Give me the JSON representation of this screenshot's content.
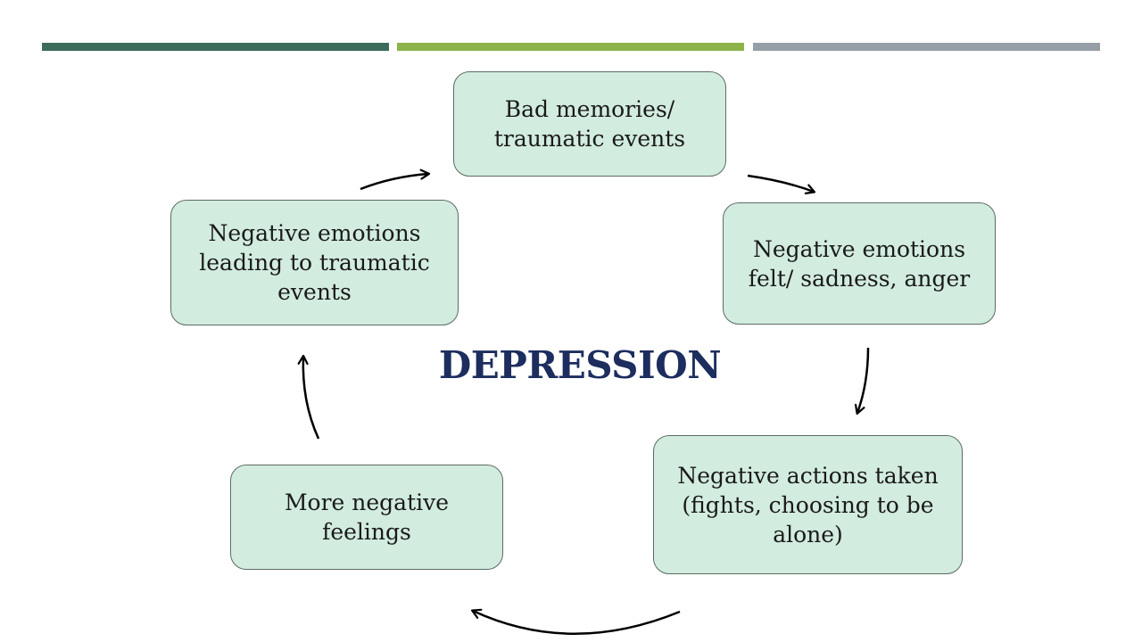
{
  "colors": {
    "bar_dark_green": "#3d6b5a",
    "bar_light_green": "#8bb34a",
    "bar_gray": "#969ea6",
    "node_fill": "#d2ecdf",
    "node_border": "#5d6b63",
    "title": "#1c2d5e",
    "arrow": "#000000"
  },
  "diagram": {
    "title": "DEPRESSION",
    "nodes": [
      {
        "id": "bad-memories",
        "lines": [
          "Bad memories/",
          "traumatic events"
        ]
      },
      {
        "id": "negative-emotions-felt",
        "lines": [
          "Negative emotions",
          "felt/ sadness, anger"
        ]
      },
      {
        "id": "negative-actions",
        "lines": [
          "Negative actions taken",
          "(fights, choosing to be",
          "alone)"
        ]
      },
      {
        "id": "more-negative-feelings",
        "lines": [
          "More negative",
          "feelings"
        ]
      },
      {
        "id": "negative-emotions-leading",
        "lines": [
          "Negative emotions",
          "leading to traumatic",
          "events"
        ]
      }
    ]
  }
}
